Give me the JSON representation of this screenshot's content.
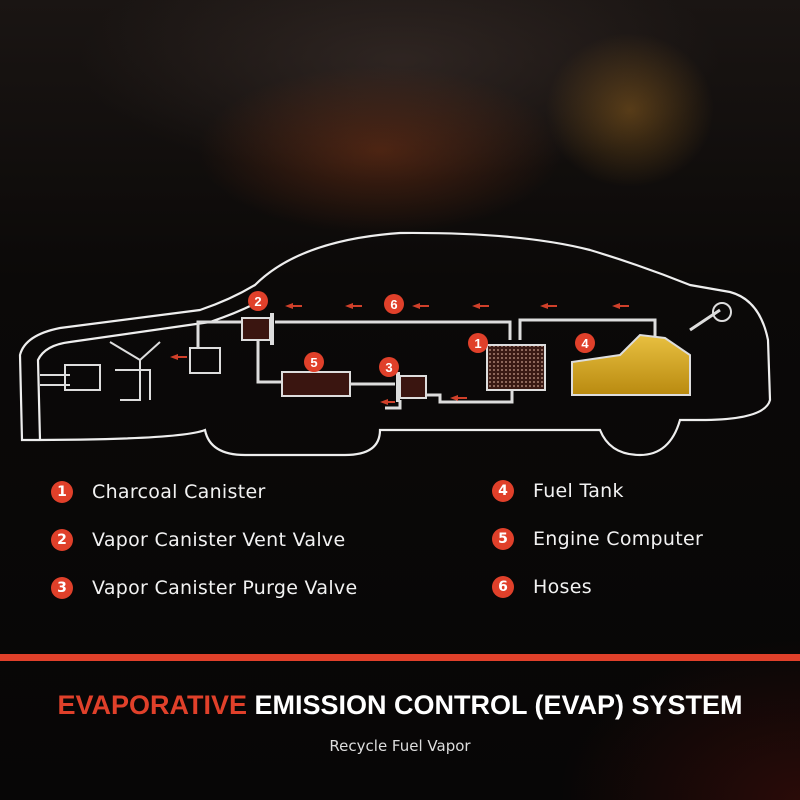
{
  "colors": {
    "accent": "#e0402a",
    "background": "#080606",
    "text": "#f2f2f2"
  },
  "diagram_markers": [
    "1",
    "2",
    "3",
    "4",
    "5",
    "6"
  ],
  "legend": [
    {
      "number": "1",
      "label": "Charcoal Canister"
    },
    {
      "number": "2",
      "label": "Vapor Canister Vent Valve"
    },
    {
      "number": "3",
      "label": "Vapor Canister Purge Valve"
    },
    {
      "number": "4",
      "label": "Fuel Tank"
    },
    {
      "number": "5",
      "label": "Engine Computer"
    },
    {
      "number": "6",
      "label": "Hoses"
    }
  ],
  "title": {
    "accent": "EVAPORATIVE",
    "rest": " EMISSION CONTROL (EVAP) SYSTEM"
  },
  "subtitle": "Recycle Fuel Vapor"
}
